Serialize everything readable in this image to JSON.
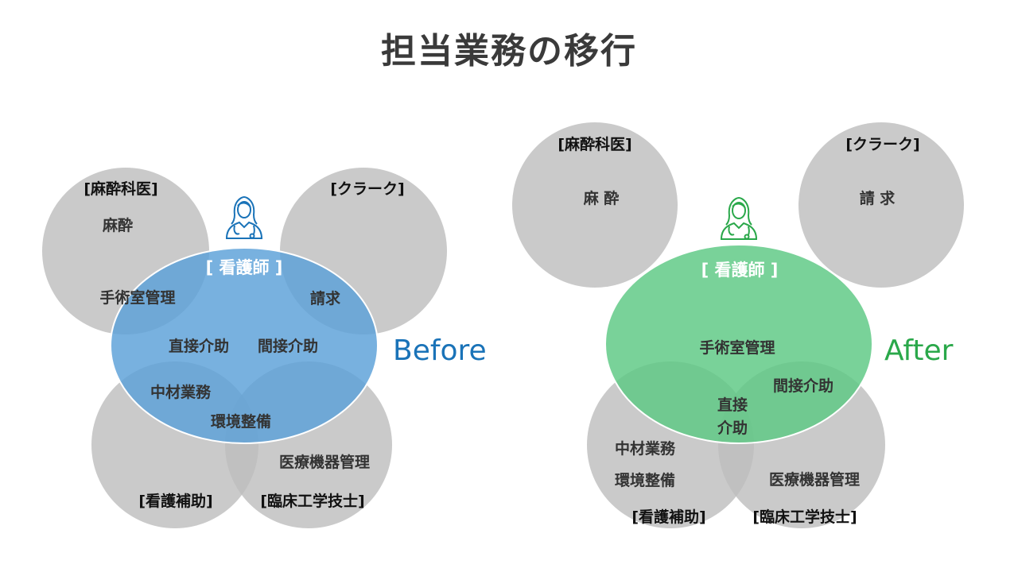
{
  "title": "担当業務の移行",
  "colors": {
    "before_nurse": "#5aa0d8",
    "after_nurse": "#5cc882",
    "other_roles": "#c8c8c8",
    "before_text": "#1a73b8",
    "after_text": "#2aa84a"
  },
  "icons": [
    "nurse-icon"
  ],
  "before": {
    "phase_label": "Before",
    "nurse_label": "[ 看護師 ]",
    "anesthesiologist": {
      "label": "[麻酔科医]",
      "task": "麻酔"
    },
    "clerk": {
      "label": "[クラーク]"
    },
    "nursing_assistant": {
      "label": "[看護補助]"
    },
    "clinical_engineer": {
      "label": "[臨床工学技士]"
    },
    "tasks": {
      "operating_room": "手術室管理",
      "billing": "請求",
      "direct_assist": "直接介助",
      "indirect_assist": "間接介助",
      "supply_work": "中材業務",
      "environment": "環境整備",
      "equipment": "医療機器管理"
    }
  },
  "after": {
    "phase_label": "After",
    "nurse_label": "[ 看護師 ]",
    "anesthesiologist": {
      "label": "[麻酔科医]",
      "task": "麻 酔"
    },
    "clerk": {
      "label": "[クラーク]",
      "task": "請 求"
    },
    "nursing_assistant": {
      "label": "[看護補助]"
    },
    "clinical_engineer": {
      "label": "[臨床工学技士]"
    },
    "tasks": {
      "operating_room": "手術室管理",
      "indirect_assist": "間接介助",
      "direct_assist_line1": "直接",
      "direct_assist_line2": "介助",
      "supply_work": "中材業務",
      "environment": "環境整備",
      "equipment": "医療機器管理"
    }
  }
}
